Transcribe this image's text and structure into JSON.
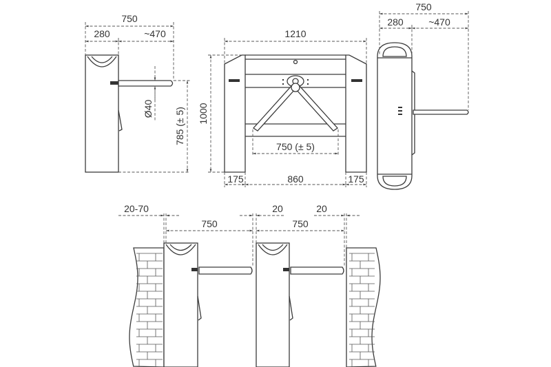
{
  "side_view": {
    "total": "750",
    "body": "280",
    "arm": "~470",
    "arm_diameter": "Ø40",
    "arm_height": "785 (± 5)"
  },
  "front_view": {
    "width": "1210",
    "height": "1000",
    "arm_span": "750 (± 5)",
    "leg_left": "175",
    "passage": "860",
    "leg_right": "175"
  },
  "top_view": {
    "total": "750",
    "body": "280",
    "arm": "~470"
  },
  "installation": {
    "wall_gap": "20-70",
    "passage_1": "750",
    "gap_2": "20",
    "passage_2": "750",
    "gap_3": "20"
  },
  "colors": {
    "line": "#3a3a3a",
    "background": "#ffffff"
  }
}
